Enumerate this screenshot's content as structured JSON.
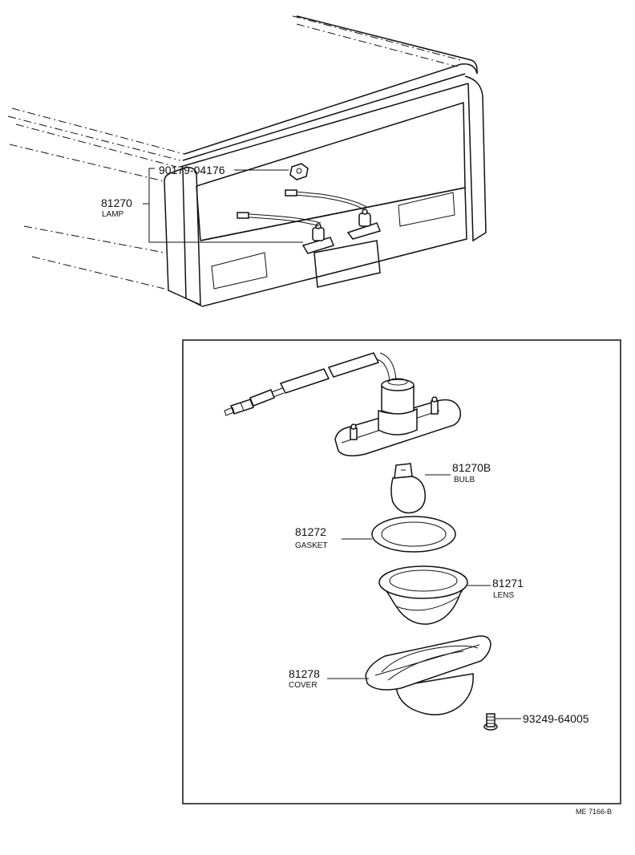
{
  "parts": {
    "nut": {
      "number": "90179-04176"
    },
    "lamp": {
      "number": "81270",
      "name": "LAMP"
    },
    "bulb": {
      "number": "81270B",
      "name": "BULB"
    },
    "gasket": {
      "number": "81272",
      "name": "GASKET"
    },
    "lens": {
      "number": "81271",
      "name": "LENS"
    },
    "cover": {
      "number": "81278",
      "name": "COVER"
    },
    "screw": {
      "number": "93249-64005"
    }
  },
  "reference_code": "ME 7166-B"
}
